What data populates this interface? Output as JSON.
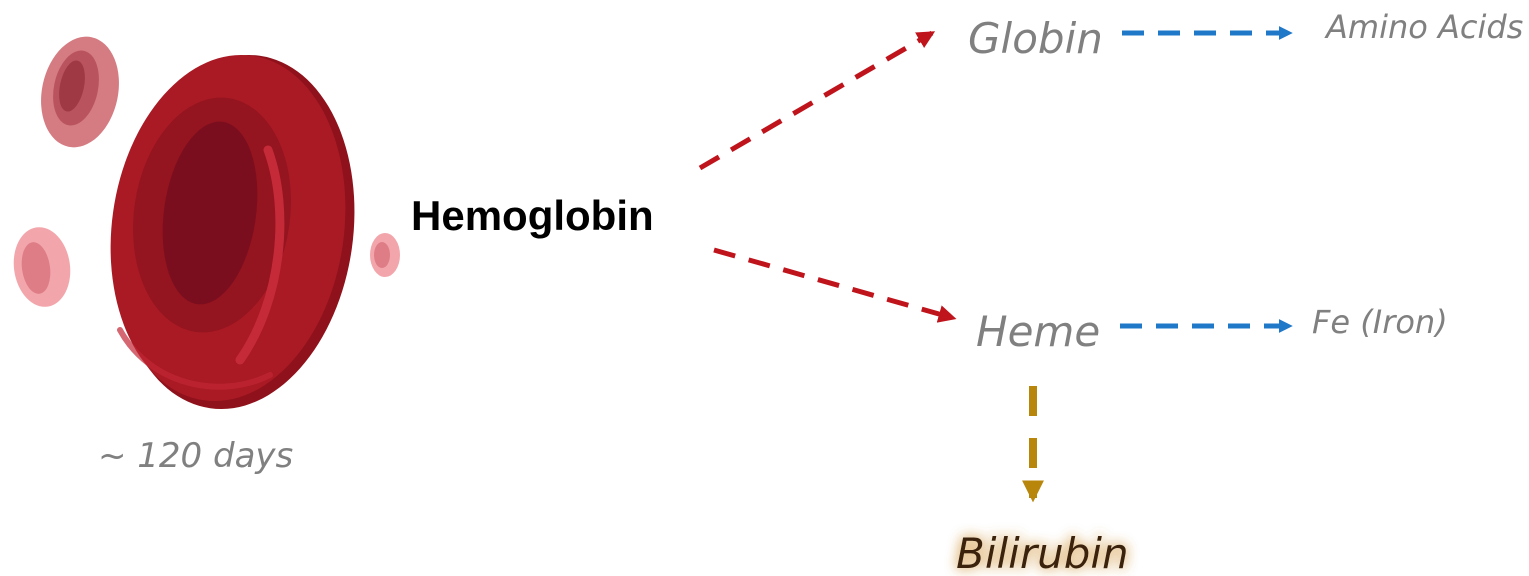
{
  "diagram": {
    "center_label": "Hemoglobin",
    "lifespan_label": "~ 120 days",
    "nodes": {
      "globin": "Globin",
      "heme": "Heme",
      "amino_acids": "Amino Acids",
      "iron": "Fe (Iron)",
      "bilirubin": "Bilirubin"
    },
    "icons": {
      "main_cell": "red-blood-cell-icon",
      "small_cells": "small-red-blood-cell-icon"
    },
    "colors": {
      "cell_main": "#a91a24",
      "cell_small_dark": "#d57b82",
      "cell_small_light": "#f2a6ab",
      "arrow_red": "#c0141c",
      "arrow_blue": "#1f78c8",
      "arrow_gold": "#b8860b",
      "label_gray": "#808080",
      "label_black": "#000000"
    }
  }
}
